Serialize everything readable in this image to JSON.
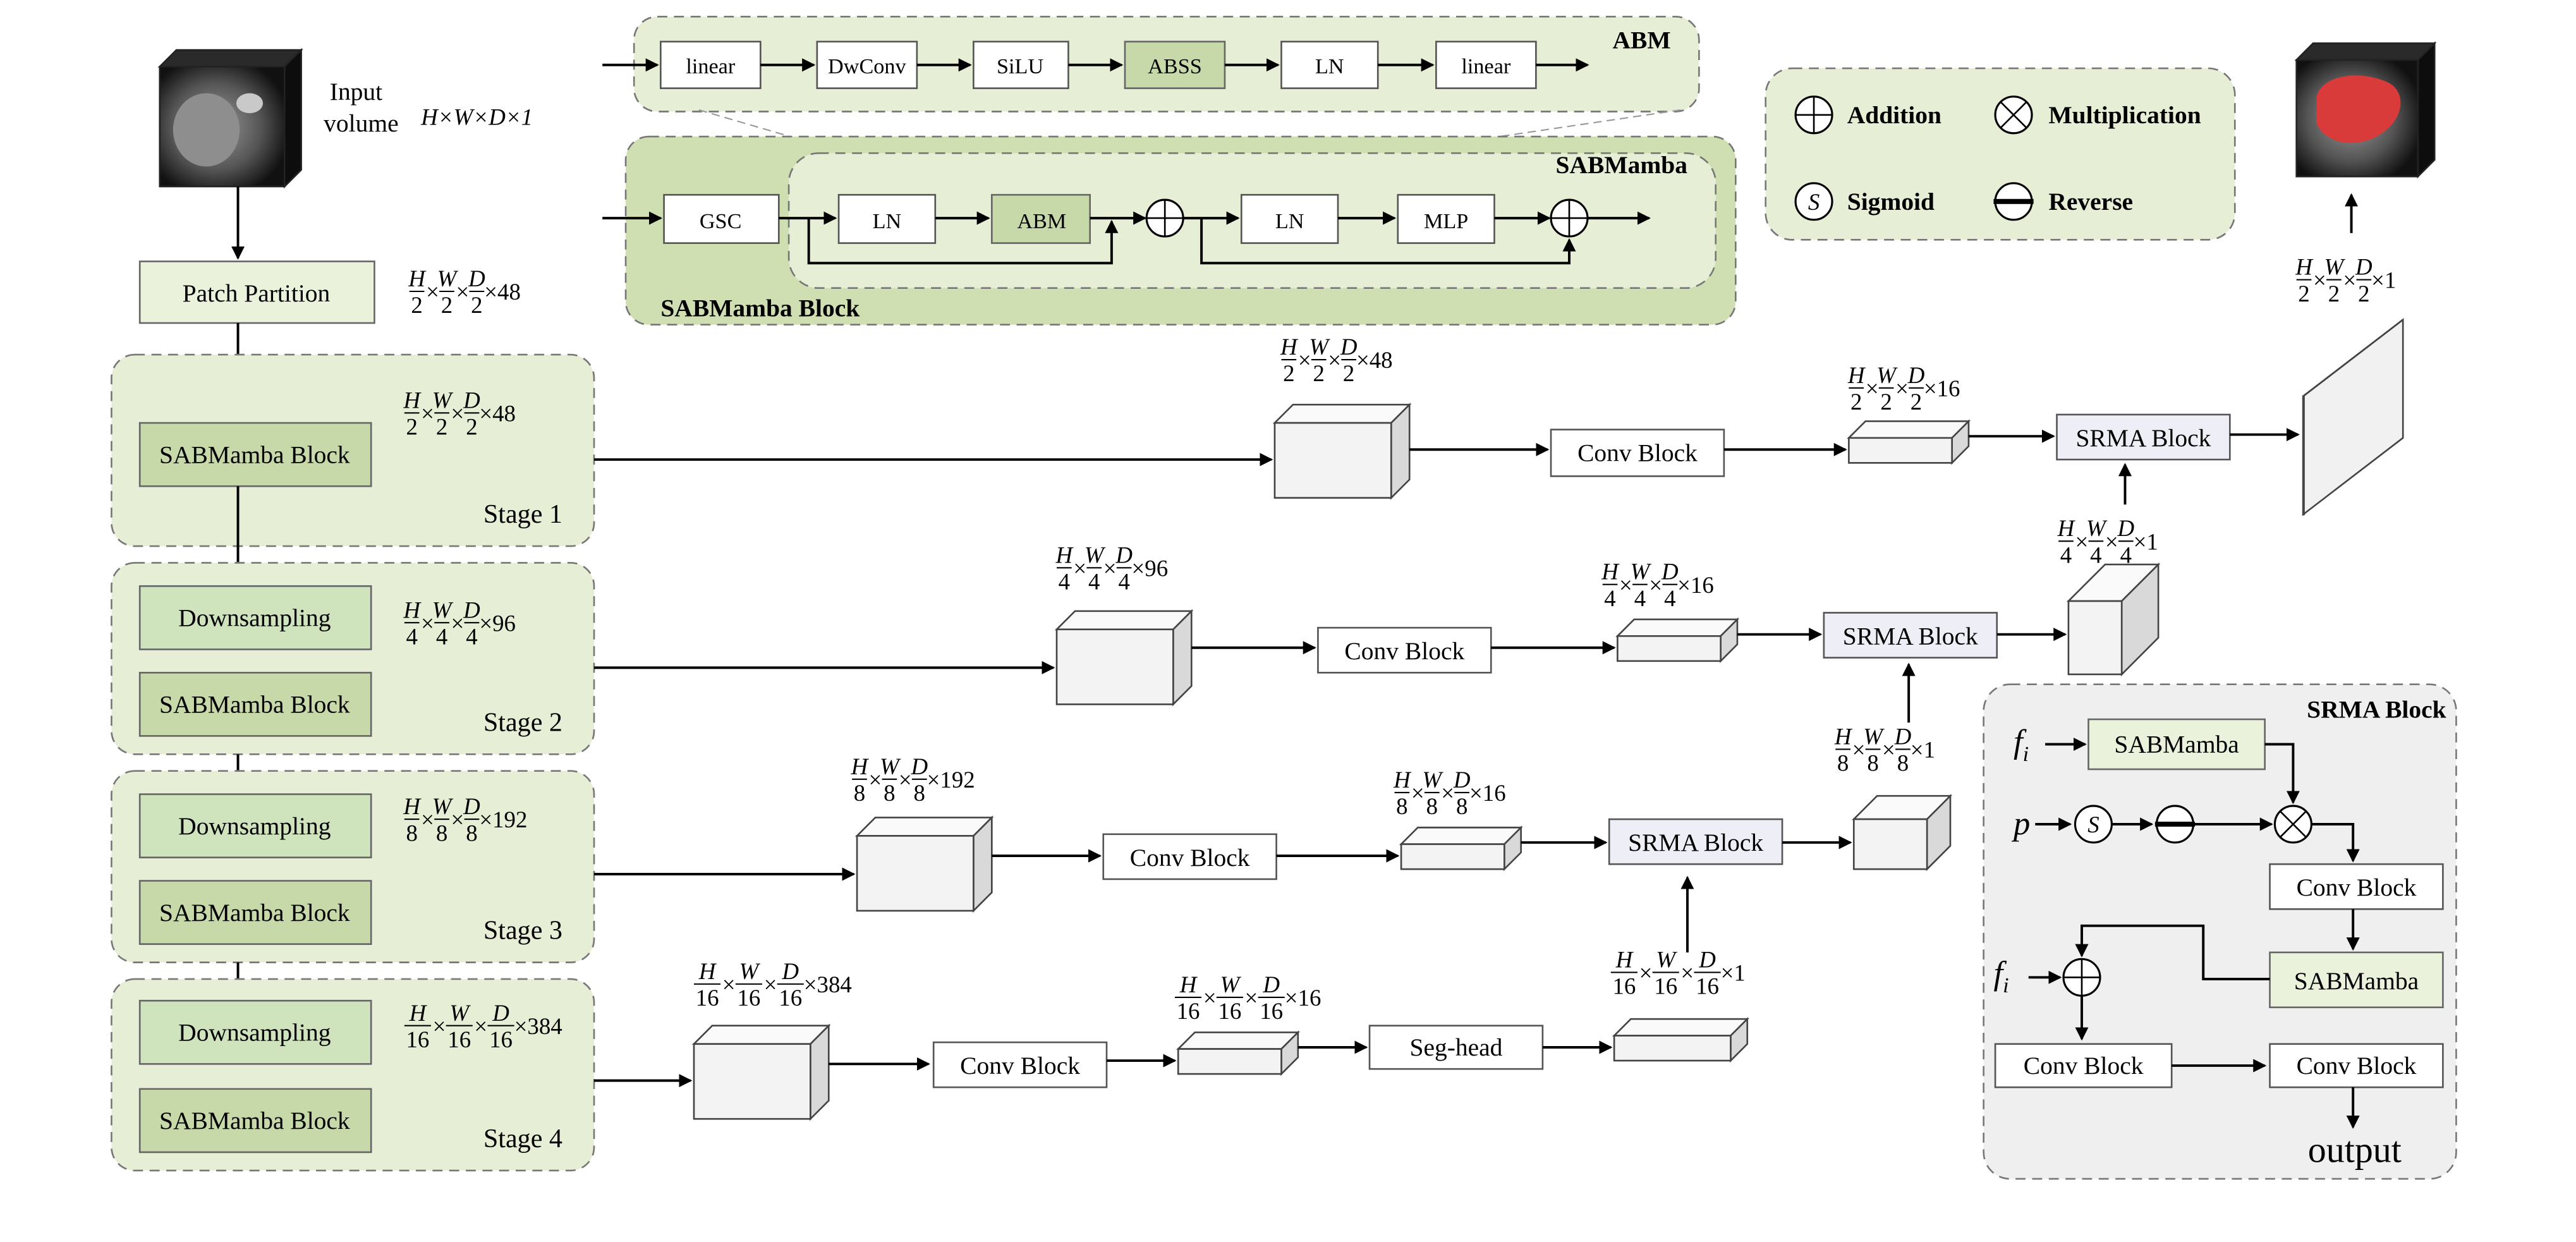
{
  "input": {
    "label_line1": "Input",
    "label_line2": "volume",
    "dims": "H×W×D×1"
  },
  "patch_partition": {
    "label": "Patch Partition",
    "dims": [
      "H/2",
      "W/2",
      "D/2",
      "×48"
    ]
  },
  "stages": [
    {
      "name": "Stage 1",
      "blocks": [
        "SABMamba Block"
      ],
      "dims": [
        "H/2",
        "W/2",
        "D/2",
        "×48"
      ]
    },
    {
      "name": "Stage 2",
      "blocks": [
        "Downsampling",
        "SABMamba Block"
      ],
      "dims": [
        "H/4",
        "W/4",
        "D/4",
        "×96"
      ]
    },
    {
      "name": "Stage 3",
      "blocks": [
        "Downsampling",
        "SABMamba Block"
      ],
      "dims": [
        "H/8",
        "W/8",
        "D/8",
        "×192"
      ]
    },
    {
      "name": "Stage 4",
      "blocks": [
        "Downsampling",
        "SABMamba Block"
      ],
      "dims": [
        "H/16",
        "W/16",
        "D/16",
        "×384"
      ]
    }
  ],
  "abm": {
    "title": "ABM",
    "steps": [
      "linear",
      "DwConv",
      "SiLU",
      "ABSS",
      "LN",
      "linear"
    ]
  },
  "sabmamba_block": {
    "title": "SABMamba Block",
    "inner_title": "SABMamba",
    "gsc": "GSC",
    "ln1": "LN",
    "abm": "ABM",
    "ln2": "LN",
    "mlp": "MLP"
  },
  "legend": {
    "addition": "Addition",
    "multiplication": "Multiplication",
    "sigmoid": "Sigmoid",
    "sigmoid_symbol": "S",
    "reverse": "Reverse"
  },
  "decoder": {
    "conv_block": "Conv Block",
    "srma_block": "SRMA Block",
    "seg_head": "Seg-head",
    "row1": {
      "feat": [
        "H/2",
        "W/2",
        "D/2",
        "×48"
      ],
      "conv_out": [
        "H/2",
        "W/2",
        "D/2",
        "×16"
      ]
    },
    "row2": {
      "feat": [
        "H/4",
        "W/4",
        "D/4",
        "×96"
      ],
      "conv_out": [
        "H/4",
        "W/4",
        "D/4",
        "×16"
      ],
      "up": [
        "H/4",
        "W/4",
        "D/4",
        "×1"
      ]
    },
    "row3": {
      "feat": [
        "H/8",
        "W/8",
        "D/8",
        "×192"
      ],
      "conv_out": [
        "H/8",
        "W/8",
        "D/8",
        "×16"
      ],
      "up": [
        "H/8",
        "W/8",
        "D/8",
        "×1"
      ]
    },
    "row4": {
      "feat": [
        "H/16",
        "W/16",
        "D/16",
        "×384"
      ],
      "conv_out": [
        "H/16",
        "W/16",
        "D/16",
        "×16"
      ],
      "up": [
        "H/16",
        "W/16",
        "D/16",
        "×1"
      ]
    },
    "final": [
      "H/2",
      "W/2",
      "D/2",
      "×1"
    ]
  },
  "srma_detail": {
    "title": "SRMA Block",
    "fi": "f",
    "fi_sub": "i",
    "p": "p",
    "sabmamba": "SABMamba",
    "conv_block": "Conv Block",
    "output": "output"
  },
  "colors": {
    "light_green": "#eaf2dc",
    "mid_green": "#c8d9a9",
    "srma_fill": "#eeeef6",
    "mask_red": "#d93a3a"
  }
}
